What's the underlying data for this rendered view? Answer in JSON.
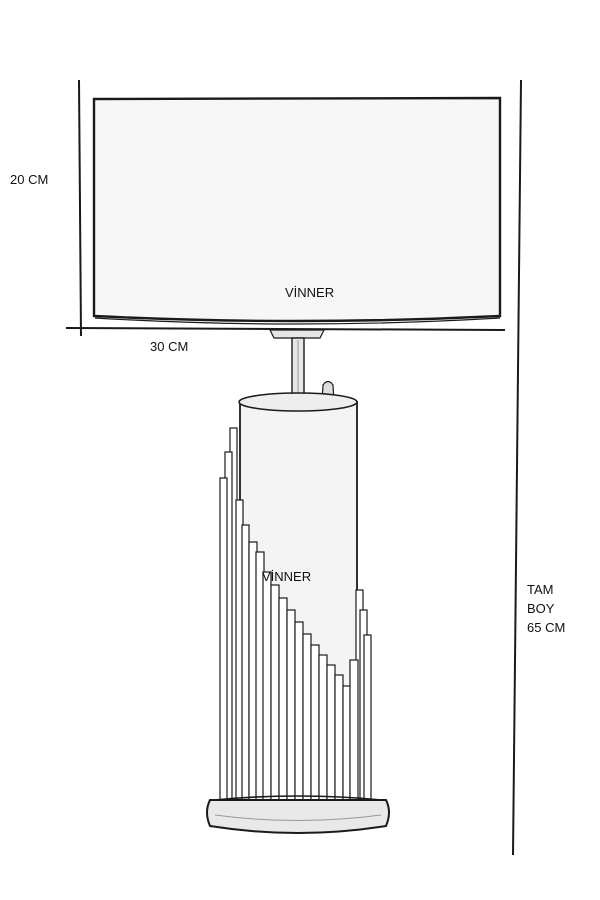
{
  "dimensions": {
    "shade_height": "20 CM",
    "shade_width": "30 CM",
    "total_height_lines": [
      "TAM",
      "BOY",
      "65 CM"
    ]
  },
  "branding": {
    "shade_text": "VİNNER",
    "base_text": "VİNNER"
  },
  "colors": {
    "line": "#1a1a1a",
    "background": "#ffffff",
    "shade_fill": "#f7f7f7",
    "cylinder_fill": "#f4f4f4"
  }
}
